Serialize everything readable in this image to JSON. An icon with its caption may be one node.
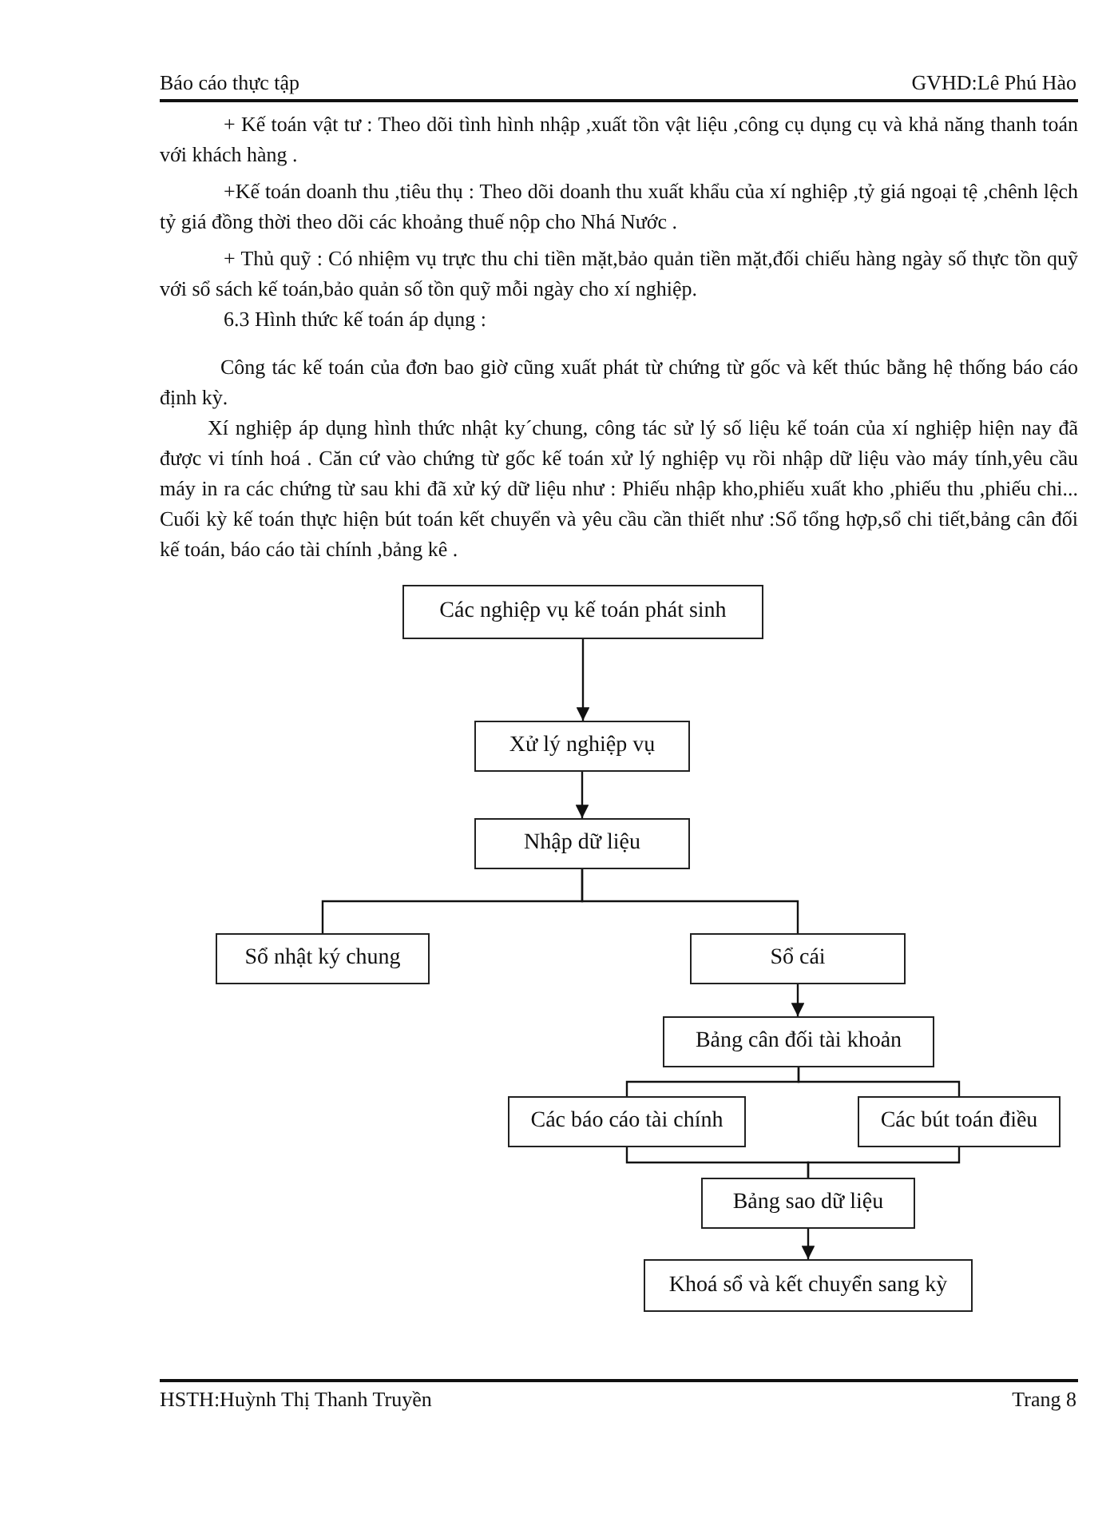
{
  "diagram": {
    "nodes": [
      {
        "text": [
          "Các nghiệp vụ kế toán phát sinh"
        ]
      },
      {
        "text": [
          "Xử lý nghiệp vụ"
        ]
      },
      {
        "text": [
          "Nhập dữ liệu"
        ]
      },
      {
        "text": [
          "Sổ nhật ký chung"
        ]
      },
      {
        "text": [
          "Sổ cái"
        ]
      },
      {
        "text": [
          "Bảng cân đối tài khoản"
        ]
      },
      {
        "text": [
          "Các báo cáo tài chính"
        ]
      },
      {
        "text": [
          "Các bút toán điều"
        ]
      },
      {
        "text": [
          "Bảng sao dữ liệu"
        ]
      },
      {
        "text": [
          "Khoá sổ và kết chuyển sang kỳ"
        ]
      }
    ],
    "edges": [
      {
        "from": 0,
        "to": 1,
        "arrow": "to"
      },
      {
        "from": 1,
        "to": 2,
        "arrow": "to"
      },
      {
        "from": 2,
        "to": 3,
        "arrow": "none"
      },
      {
        "from": 2,
        "to": 4,
        "arrow": "none"
      },
      {
        "from": 4,
        "to": 5,
        "arrow": "to"
      },
      {
        "from": 5,
        "to": 6,
        "arrow": "none"
      },
      {
        "from": 5,
        "to": 7,
        "arrow": "none"
      },
      {
        "from": 6,
        "to": 8,
        "arrow": "none"
      },
      {
        "from": 7,
        "to": 8,
        "arrow": "none"
      },
      {
        "from": 8,
        "to": 9,
        "arrow": "to"
      }
    ],
    "labels": [
      "Báo cáo thực tập",
      "GVHD:Lê Phú Hào",
      "+ Kế toán vật tư : Theo dõi tình hình nhập ,xuất tồn vật liệu ,công cụ dụng cụ và khả năng thanh toán với khách hàng .",
      "+Kế toán doanh thu ,tiêu thụ : Theo dõi doanh thu xuất khẩu của xí nghiệp ,tỷ giá ngoại tệ ,chênh lệch tỷ giá đồng thời theo dõi các khoảng thuế nộp cho Nhá Nước .",
      "+ Thủ quỹ : Có nhiệm vụ trực thu chi tiền mặt,bảo quản tiền mặt,đối chiếu hàng ngày số thực tồn quỹ với sổ sách kế toán,bảo quản số tồn quỹ mỗi ngày cho xí nghiệp.",
      "6.3 Hình thức kế toán áp dụng :",
      "Công tác kế toán của đơn bao giờ cũng xuất phát từ chứng từ gốc và kết thúc bằng hệ thống báo cáo định kỳ.",
      "Xí nghiệp áp dụng hình thức nhật ky´chung, công tác sử lý số liệu kế toán của xí nghiệp hiện nay đã được vi tính hoá . Căn cứ vào chứng từ gốc kế toán xử lý nghiệp vụ rồi nhập dữ liệu vào máy tính,yêu cầu máy in ra các chứng từ sau khi đã xử ký dữ liệu như : Phiếu nhập kho,phiếu xuất kho ,phiếu thu ,phiếu chi... Cuối kỳ kế toán thực hiện bút toán kết chuyển và yêu cầu cần thiết như :Sổ tổng hợp,sổ chi tiết,bảng cân đối kế toán, báo cáo tài chính ,bảng kê .",
      "HSTH:Huỳnh Thị Thanh Truyền",
      "Trang 8"
    ]
  }
}
